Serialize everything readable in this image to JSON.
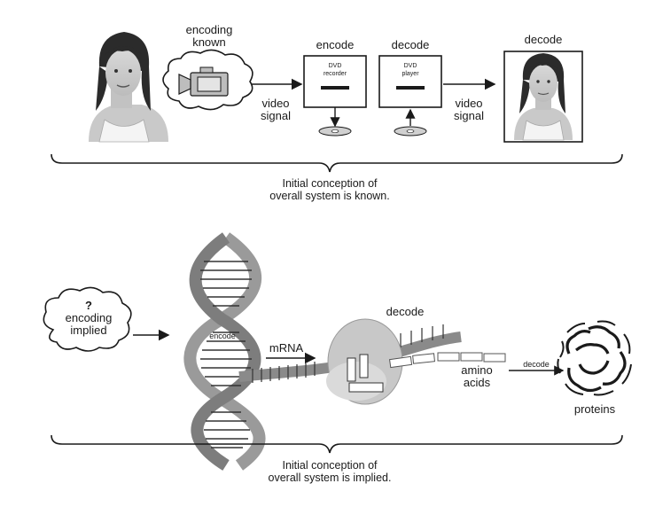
{
  "top": {
    "cloud_label": [
      "encoding",
      "known"
    ],
    "video_signal_1": [
      "video",
      "signal"
    ],
    "encode_title": "encode",
    "decode_title_1": "decode",
    "decode_title_2": "decode",
    "recorder_label": [
      "DVD",
      "recorder"
    ],
    "player_label": [
      "DVD",
      "player"
    ],
    "video_signal_2": [
      "video",
      "signal"
    ],
    "caption": [
      "Initial conception of",
      "overall system is known."
    ]
  },
  "bottom": {
    "cloud_label": [
      "?",
      "encoding",
      "implied"
    ],
    "encode_label": "encode",
    "mrna_label": "mRNA",
    "decode_top_label": "decode",
    "amino_label": [
      "amino",
      "acids"
    ],
    "decode_small_label": "decode",
    "proteins_label": "proteins",
    "caption": [
      "Initial conception of",
      "overall system is implied."
    ]
  },
  "colors": {
    "ink": "#1a1a1a",
    "gray": "#bdbdbd",
    "light": "#e4e4e4"
  }
}
